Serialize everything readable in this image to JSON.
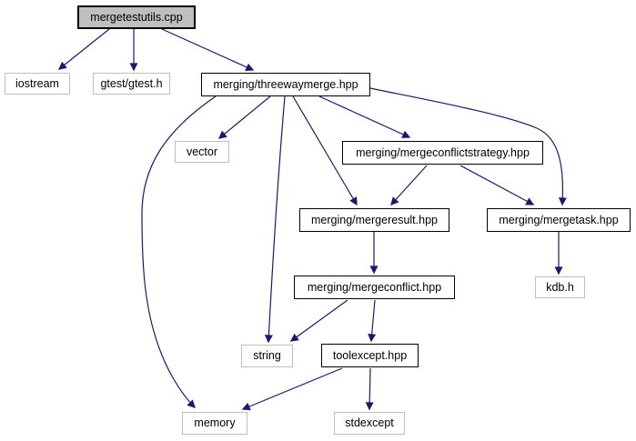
{
  "diagram": {
    "type": "include-dependency-graph",
    "root_file": "mergetestutils.cpp",
    "colors": {
      "edge": "#191970",
      "main_node_fill": "#bfbfbf",
      "linked_node_border": "#000000",
      "system_node_border": "#bebebe",
      "node_fill": "#ffffff",
      "text": "#000000",
      "background": "#ffffff"
    },
    "nodes": {
      "mergetestutils": {
        "label": "mergetestutils.cpp",
        "kind": "main"
      },
      "iostream": {
        "label": "iostream",
        "kind": "system"
      },
      "gtest": {
        "label": "gtest/gtest.h",
        "kind": "system"
      },
      "threewaymerge": {
        "label": "merging/threewaymerge.hpp",
        "kind": "linked"
      },
      "vector": {
        "label": "vector",
        "kind": "system"
      },
      "strategy": {
        "label": "merging/mergeconflictstrategy.hpp",
        "kind": "linked"
      },
      "mergeresult": {
        "label": "merging/mergeresult.hpp",
        "kind": "linked"
      },
      "mergetask": {
        "label": "merging/mergetask.hpp",
        "kind": "linked"
      },
      "mergeconflict": {
        "label": "merging/mergeconflict.hpp",
        "kind": "linked"
      },
      "kdb": {
        "label": "kdb.h",
        "kind": "system"
      },
      "string": {
        "label": "string",
        "kind": "system"
      },
      "toolexcept": {
        "label": "toolexcept.hpp",
        "kind": "linked"
      },
      "memory": {
        "label": "memory",
        "kind": "system"
      },
      "stdexcept": {
        "label": "stdexcept",
        "kind": "system"
      }
    },
    "edges": [
      {
        "from": "mergetestutils.cpp",
        "to": "iostream"
      },
      {
        "from": "mergetestutils.cpp",
        "to": "gtest/gtest.h"
      },
      {
        "from": "mergetestutils.cpp",
        "to": "merging/threewaymerge.hpp"
      },
      {
        "from": "merging/threewaymerge.hpp",
        "to": "vector"
      },
      {
        "from": "merging/threewaymerge.hpp",
        "to": "string"
      },
      {
        "from": "merging/threewaymerge.hpp",
        "to": "memory"
      },
      {
        "from": "merging/threewaymerge.hpp",
        "to": "merging/mergeresult.hpp"
      },
      {
        "from": "merging/threewaymerge.hpp",
        "to": "merging/mergeconflictstrategy.hpp"
      },
      {
        "from": "merging/threewaymerge.hpp",
        "to": "merging/mergetask.hpp"
      },
      {
        "from": "merging/mergeconflictstrategy.hpp",
        "to": "merging/mergeresult.hpp"
      },
      {
        "from": "merging/mergeconflictstrategy.hpp",
        "to": "merging/mergetask.hpp"
      },
      {
        "from": "merging/mergeresult.hpp",
        "to": "merging/mergeconflict.hpp"
      },
      {
        "from": "merging/mergetask.hpp",
        "to": "kdb.h"
      },
      {
        "from": "merging/mergeconflict.hpp",
        "to": "string"
      },
      {
        "from": "merging/mergeconflict.hpp",
        "to": "toolexcept.hpp"
      },
      {
        "from": "toolexcept.hpp",
        "to": "memory"
      },
      {
        "from": "toolexcept.hpp",
        "to": "stdexcept"
      }
    ]
  }
}
